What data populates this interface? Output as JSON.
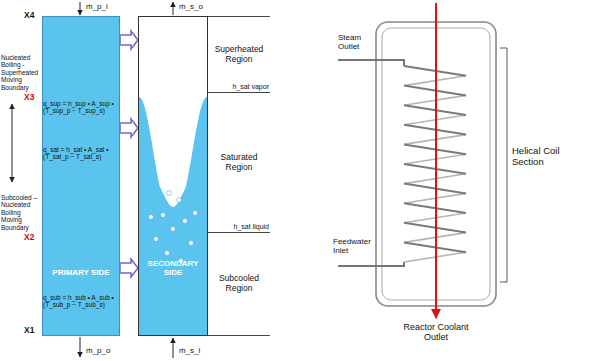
{
  "diagram": {
    "nodes": [
      {
        "text": [
          "PRIMARY SIDE"
        ]
      },
      {
        "text": [
          "SECONDARY SIDE"
        ]
      },
      {
        "text": [
          "Superheated Region"
        ]
      },
      {
        "text": [
          "Saturated Region"
        ]
      },
      {
        "text": [
          "Subcooled Region"
        ]
      }
    ],
    "edges": [
      {
        "from": 0,
        "to": 1,
        "arrow": "to"
      },
      {
        "from": 0,
        "to": 1,
        "arrow": "to"
      },
      {
        "from": 0,
        "to": 1,
        "arrow": "to"
      }
    ],
    "labels": [
      "ṁ_p_i",
      "ṁ_s_o",
      "X4",
      "Nucleated Boiling - Superheated Moving Boundary",
      "X3",
      "Subcooled – Nucleated Boiling Moving Boundary",
      "X2",
      "X1",
      "q_sup = h_sup • A_sup • (T_sup_p − T_sup_s)",
      "q_sat = h_sat • A_sat • (T_sat_p − T_sat_s)",
      "q_sub = h_sub • A_sub • (T_sub_p − T_sub_s)",
      "h_sat vapor",
      "h_sat liquid",
      "ṁ_p_o",
      "ṁ_s_i",
      "Steam Outlet",
      "Feedwater Inlet",
      "Helical Coil Section",
      "Reactor Coolant Outlet"
    ]
  }
}
